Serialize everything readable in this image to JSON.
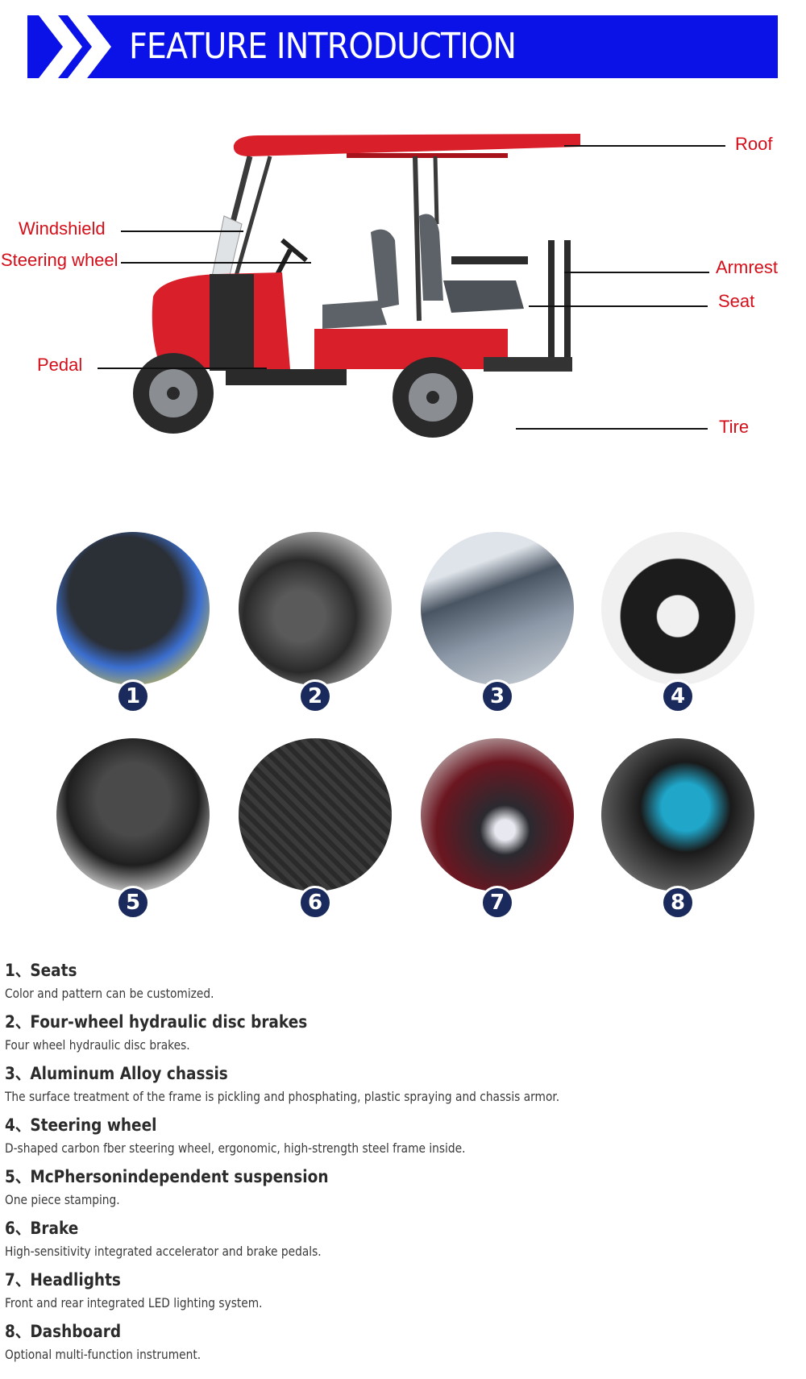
{
  "banner": {
    "title": "FEATURE INTRODUCTION",
    "color": "#0a12e8"
  },
  "diagram": {
    "label_color": "#d40f1a",
    "callouts": [
      {
        "label": "Roof"
      },
      {
        "label": "Windshield"
      },
      {
        "label": "Steering wheel"
      },
      {
        "label": "Armrest"
      },
      {
        "label": "Seat"
      },
      {
        "label": "Pedal"
      },
      {
        "label": "Tire"
      }
    ]
  },
  "thumbnails": [
    {
      "number": "1",
      "subject": "seats"
    },
    {
      "number": "2",
      "subject": "disc-brakes"
    },
    {
      "number": "3",
      "subject": "chassis"
    },
    {
      "number": "4",
      "subject": "steering-wheel"
    },
    {
      "number": "5",
      "subject": "suspension"
    },
    {
      "number": "6",
      "subject": "brake-pedals"
    },
    {
      "number": "7",
      "subject": "headlights"
    },
    {
      "number": "8",
      "subject": "dashboard"
    }
  ],
  "features": [
    {
      "title": "1、Seats",
      "desc": "Color and pattern can be customized."
    },
    {
      "title": "2、Four-wheel hydraulic disc brakes",
      "desc": "Four wheel hydraulic disc brakes."
    },
    {
      "title": "3、Aluminum Alloy chassis",
      "desc": "The surface treatment of the frame is pickling and phosphating, plastic spraying and chassis armor."
    },
    {
      "title": "4、Steering wheel",
      "desc": "D-shaped carbon fber steering wheel, ergonomic, high-strength steel frame inside."
    },
    {
      "title": "5、McPhersonindependent suspension",
      "desc": "One piece stamping."
    },
    {
      "title": "6、Brake",
      "desc": "High-sensitivity integrated accelerator and brake pedals."
    },
    {
      "title": "7、Headlights",
      "desc": "Front and rear integrated LED lighting system."
    },
    {
      "title": "8、Dashboard",
      "desc": "Optional multi-function instrument."
    }
  ]
}
